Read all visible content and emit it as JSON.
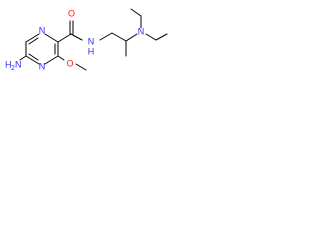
{
  "structure": {
    "colors": {
      "bond": "#000000",
      "nitrogen": "#2a2aff",
      "oxygen": "#ff1a1a",
      "background": "#ffffff"
    },
    "atoms": {
      "nh2": {
        "main": "H",
        "sub": "2",
        "tail": "N"
      },
      "n_ring_top": "N",
      "n_ring_bottom": "N",
      "o_carbonyl": "O",
      "o_methoxy": "O",
      "nh": "N",
      "nh_h": "H",
      "n_amine": "N"
    }
  }
}
